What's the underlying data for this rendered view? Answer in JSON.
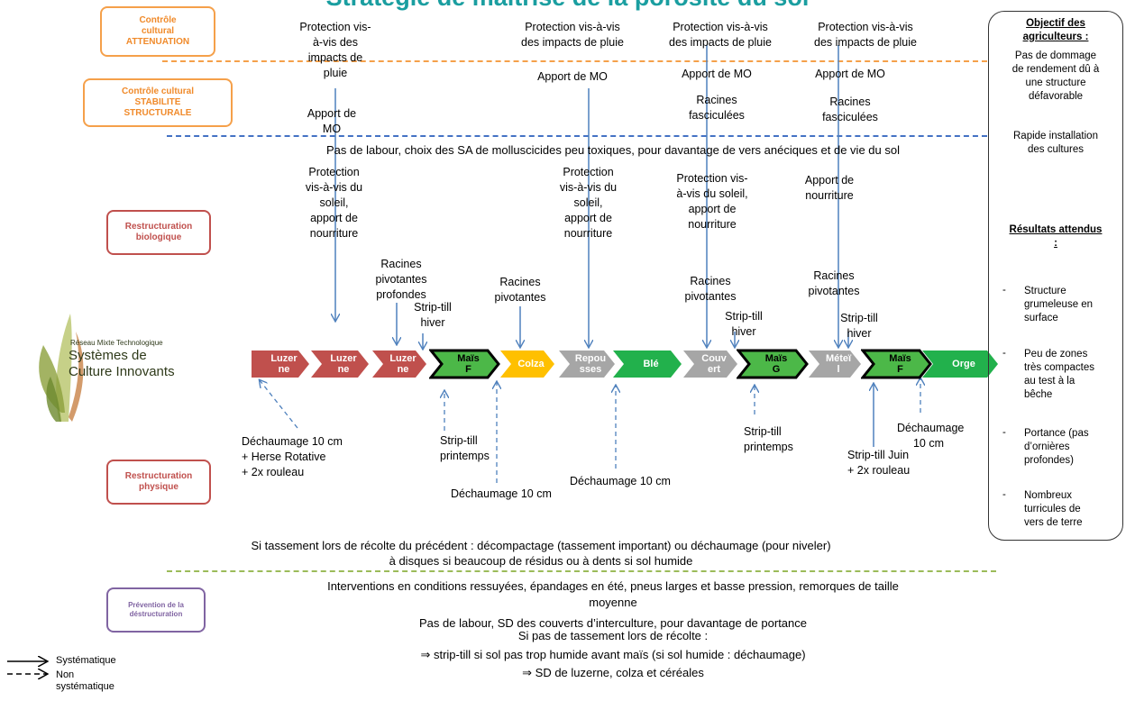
{
  "title": "Stratégie de maîtrise de la porosité du sol",
  "categories": {
    "attenuation": [
      "Contrôle",
      "cultural",
      "ATTENUATION"
    ],
    "stabilite": [
      "Contrôle cultural",
      "STABILITE",
      "STRUCTURALE"
    ],
    "bio": [
      "Restructuration",
      "biologique"
    ],
    "phys": [
      "Restructuration",
      "physique"
    ],
    "prev": [
      "Prévention de la",
      "déstructuration"
    ]
  },
  "top_texts": {
    "t1": [
      "Protection vis-",
      "à-vis des",
      "impacts de",
      "pluie"
    ],
    "t2": [
      "Protection vis-à-vis",
      "des impacts de pluie"
    ],
    "t3": [
      "Protection vis-à-vis",
      "des impacts de pluie"
    ],
    "t4": [
      "Protection vis-à-vis",
      "des impacts de pluie"
    ],
    "mo1": [
      "Apport de",
      "MO"
    ],
    "mo2": "Apport de MO",
    "mo3": "Apport de MO",
    "mo4": "Apport de MO",
    "rf1": [
      "Racines",
      "fasciculées"
    ],
    "rf2": [
      "Racines",
      "fasciculées"
    ]
  },
  "middle_line": "Pas de labour, choix des SA de molluscicides peu toxiques, pour davantage de vers anéciques et de vie du sol",
  "bio_texts": {
    "b1": [
      "Protection",
      "vis-à-vis du",
      "soleil,",
      "apport de",
      "nourriture"
    ],
    "b2": [
      "Protection",
      "vis-à-vis du",
      "soleil,",
      "apport de",
      "nourriture"
    ],
    "b3": [
      "Protection vis-",
      "à-vis du soleil,",
      "apport de",
      "nourriture"
    ],
    "b4": [
      "Apport de",
      "nourriture"
    ],
    "rp1": [
      "Racines",
      "pivotantes",
      "profondes"
    ],
    "rp2": [
      "Racines",
      "pivotantes"
    ],
    "rp3": [
      "Racines",
      "pivotantes"
    ],
    "rp4": [
      "Racines",
      "pivotantes"
    ],
    "sth1": [
      "Strip-till",
      "hiver"
    ],
    "sth2": [
      "Strip-till",
      "hiver"
    ],
    "sth3": [
      "Strip-till",
      "hiver"
    ]
  },
  "crops": [
    {
      "label": [
        "Luzer",
        "ne"
      ],
      "color": "#c0504d"
    },
    {
      "label": [
        "Luzer",
        "ne"
      ],
      "color": "#c0504d"
    },
    {
      "label": [
        "Luzer",
        "ne"
      ],
      "color": "#c0504d"
    },
    {
      "label": [
        "Maïs",
        "F"
      ],
      "color": "#4cb848"
    },
    {
      "label": [
        "Colza"
      ],
      "color": "#ffc000"
    },
    {
      "label": [
        "Repou",
        "sses"
      ],
      "color": "#a6a6a6"
    },
    {
      "label": [
        "Blé"
      ],
      "color": "#22b14c"
    },
    {
      "label": [
        "Couv",
        "ert"
      ],
      "color": "#a6a6a6"
    },
    {
      "label": [
        "Maïs",
        "G"
      ],
      "color": "#4cb848"
    },
    {
      "label": [
        "Méteï",
        "l"
      ],
      "color": "#a6a6a6"
    },
    {
      "label": [
        "Maïs",
        "F"
      ],
      "color": "#4cb848"
    },
    {
      "label": [
        "Orge"
      ],
      "color": "#22b14c"
    }
  ],
  "phys_texts": {
    "p1": [
      "Déchaumage 10 cm",
      "+ Herse Rotative",
      "+ 2x rouleau"
    ],
    "p2": [
      "Strip-till",
      "printemps"
    ],
    "p3": "Déchaumage 10 cm",
    "p4": "Déchaumage 10 cm",
    "p5": [
      "Strip-till",
      "printemps"
    ],
    "p6": [
      "Strip-till Juin",
      "+ 2x rouleau"
    ],
    "p7": [
      "Déchaumage",
      "10 cm"
    ]
  },
  "objectif": {
    "heading": [
      "Objectif  des",
      "agriculteurs :"
    ],
    "items": [
      [
        "Pas de dommage",
        "de rendement dû à",
        "une structure",
        "défavorable"
      ],
      [
        "Rapide installation",
        "des cultures"
      ]
    ]
  },
  "resultats": {
    "heading": [
      "Résultats attendus",
      ":"
    ],
    "items": [
      [
        "Structure",
        "grumeleuse en",
        "surface"
      ],
      [
        "Peu de zones",
        "très compactes",
        "au test à la",
        "bêche"
      ],
      [
        "Portance (pas",
        "d’ornières",
        "profondes)"
      ],
      [
        "Nombreux",
        "turricules de",
        "vers de terre"
      ]
    ],
    "bullet": "-"
  },
  "bottom": {
    "l1": "Si tassement lors de récolte du précédent : décompactage (tassement important) ou déchaumage (pour niveler)",
    "l2": "à disques si beaucoup de résidus ou à dents si sol humide",
    "l3": "Interventions en conditions ressuyées, épandages en été, pneus larges et basse pression, remorques de taille",
    "l4": "moyenne",
    "l5": "Pas de labour,  SD des couverts d’interculture, pour davantage de portance",
    "l6": "Si pas de tassement lors de récolte :",
    "l7": "⇒ strip-till si sol pas trop humide avant maïs (si sol humide : déchaumage)",
    "l8": "⇒  SD de luzerne, colza et céréales"
  },
  "legend": {
    "solid": "Systématique",
    "dashed": [
      "Non",
      "systématique"
    ]
  },
  "logo": {
    "line1": "Réseau Mixte Technologique",
    "line2": "Systèmes de",
    "line3": "Culture Innovants"
  },
  "colors": {
    "title": "#1a9ea0",
    "orange_line": "#f5a04a",
    "blue_line": "#4472c4",
    "green_line": "#9bbb59",
    "arrow": "#4f81bd"
  }
}
